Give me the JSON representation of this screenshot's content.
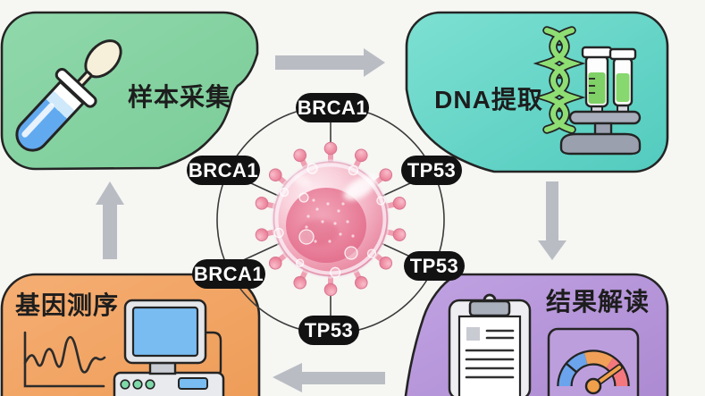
{
  "page": {
    "background_color": "#f6f6f3",
    "arrow_color": "#b9bdc3",
    "label_pill_bg": "#121212",
    "label_pill_text_color": "#ffffff",
    "outline_color": "#242424"
  },
  "cards": {
    "sample_collection": {
      "label": "样本采集",
      "color": "#86d1a3",
      "icon": "swab-test-tube-icon"
    },
    "dna_extraction": {
      "label": "DNA提取",
      "color": "#63d3c7",
      "icon": "dna-helix-test-tubes-icon"
    },
    "gene_sequencing": {
      "label": "基因测序",
      "color": "#f2a567",
      "icon": "sequencer-computer-icon"
    },
    "result_interpretation": {
      "label": "结果解读",
      "color": "#b795d8",
      "icon": "clipboard-gauge-icon"
    }
  },
  "gene_labels": {
    "top": "BRCA1",
    "upper_left": "BRCA1",
    "upper_right": "TP53",
    "lower_left": "BRCA1",
    "lower_right": "TP53",
    "bottom": "TP53"
  },
  "center": {
    "illustration": "virus-cell-illustration",
    "ring": "gene-label-ring"
  }
}
